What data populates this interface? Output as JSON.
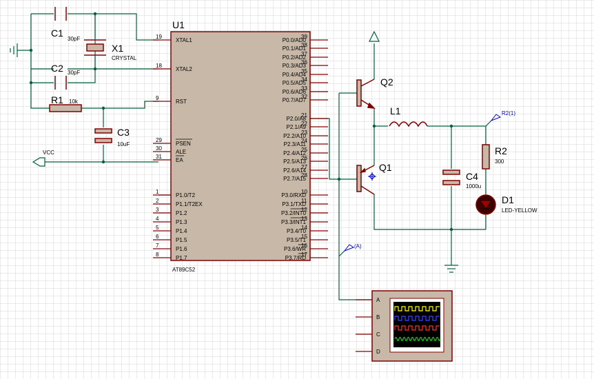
{
  "mcu": {
    "ref": "U1",
    "part": "AT89C52",
    "left_pins": [
      {
        "num": "19",
        "name": "XTAL1"
      },
      {
        "num": "18",
        "name": "XTAL2"
      },
      {
        "num": "9",
        "name": "RST"
      },
      {
        "num": "29",
        "name": "PSEN"
      },
      {
        "num": "30",
        "name": "ALE"
      },
      {
        "num": "31",
        "name": "EA"
      },
      {
        "num": "1",
        "name": "P1.0/T2"
      },
      {
        "num": "2",
        "name": "P1.1/T2EX"
      },
      {
        "num": "3",
        "name": "P1.2"
      },
      {
        "num": "4",
        "name": "P1.3"
      },
      {
        "num": "5",
        "name": "P1.4"
      },
      {
        "num": "6",
        "name": "P1.5"
      },
      {
        "num": "7",
        "name": "P1.6"
      },
      {
        "num": "8",
        "name": "P1.7"
      }
    ],
    "right_pins": [
      {
        "num": "39",
        "name": "P0.0/AD0"
      },
      {
        "num": "38",
        "name": "P0.1/AD1"
      },
      {
        "num": "37",
        "name": "P0.2/AD2"
      },
      {
        "num": "36",
        "name": "P0.3/AD3"
      },
      {
        "num": "35",
        "name": "P0.4/AD4"
      },
      {
        "num": "34",
        "name": "P0.5/AD5"
      },
      {
        "num": "33",
        "name": "P0.6/AD6"
      },
      {
        "num": "32",
        "name": "P0.7/AD7"
      },
      {
        "num": "21",
        "name": "P2.0/A8"
      },
      {
        "num": "22",
        "name": "P2.1/A9"
      },
      {
        "num": "23",
        "name": "P2.2/A10"
      },
      {
        "num": "24",
        "name": "P2.3/A11"
      },
      {
        "num": "25",
        "name": "P2.4/A12"
      },
      {
        "num": "26",
        "name": "P2.5/A13"
      },
      {
        "num": "27",
        "name": "P2.6/A14"
      },
      {
        "num": "28",
        "name": "P2.7/A15"
      },
      {
        "num": "10",
        "name": "P3.0/RXD"
      },
      {
        "num": "11",
        "name": "P3.1/TXD"
      },
      {
        "num": "12",
        "name": "P3.2/INT0"
      },
      {
        "num": "13",
        "name": "P3.3/INT1"
      },
      {
        "num": "14",
        "name": "P3.4/T0"
      },
      {
        "num": "15",
        "name": "P3.5/T1"
      },
      {
        "num": "16",
        "name": "P3.6/WR"
      },
      {
        "num": "17",
        "name": "P3.7/RD"
      }
    ]
  },
  "components": {
    "c1": {
      "ref": "C1",
      "value": "30pF"
    },
    "c2": {
      "ref": "C2",
      "value": "30pF"
    },
    "x1": {
      "ref": "X1",
      "value": "CRYSTAL"
    },
    "r1": {
      "ref": "R1",
      "value": "10k"
    },
    "c3": {
      "ref": "C3",
      "value": "10uF"
    },
    "q1": {
      "ref": "Q1"
    },
    "q2": {
      "ref": "Q2"
    },
    "l1": {
      "ref": "L1"
    },
    "r2": {
      "ref": "R2",
      "value": "300"
    },
    "c4": {
      "ref": "C4",
      "value": "1000u"
    },
    "d1": {
      "ref": "D1",
      "value": "LED-YELLOW"
    }
  },
  "labels": {
    "vcc": "VCC",
    "probe_r2": "R2(1)",
    "probe_a": "(A)"
  },
  "scope": {
    "channels": [
      "A",
      "B",
      "C",
      "D"
    ],
    "trace_colors": [
      "#ffff00",
      "#4040ff",
      "#ff3030",
      "#00e000"
    ]
  },
  "colors": {
    "wire": "#00603a",
    "component": "#800000",
    "chip_fill": "#c8b8a8",
    "grid": "#d0d0d0",
    "probe": "#0000c0"
  }
}
